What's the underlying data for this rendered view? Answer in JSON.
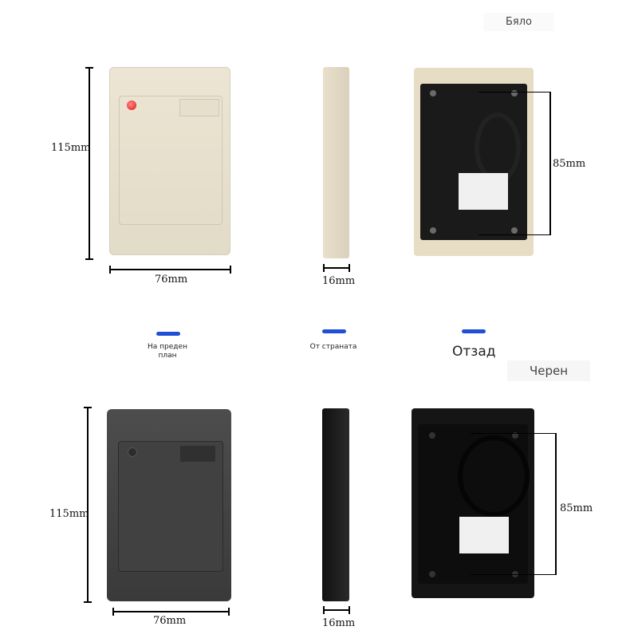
{
  "colors_header": {
    "white": "Бяло",
    "black": "Черен"
  },
  "views": {
    "front": "На преден план",
    "side": "От страната",
    "back": "Отзад"
  },
  "dimensions": {
    "height": "115mm",
    "width": "76mm",
    "depth": "16mm",
    "hole_spacing": "85mm"
  },
  "palette": {
    "beige": "#e6dfcc",
    "black": "#3f3f3f",
    "accent_blue": "#1f4fd8",
    "led_red": "#e01010"
  }
}
